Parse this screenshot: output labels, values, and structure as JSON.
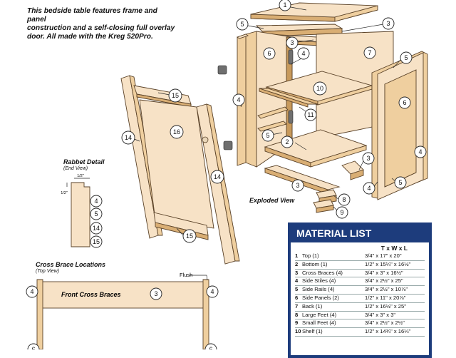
{
  "intro": {
    "line1": "This bedside table features frame and panel",
    "line2": "construction and a self-closing full overlay",
    "line3": "door. All made with the Kreg 520Pro."
  },
  "exploded_label": "Exploded View",
  "rabbet": {
    "title": "Rabbet Detail",
    "subtitle": "(End View)",
    "dim_top": "1/2\"",
    "dim_side": "1/2\""
  },
  "cross_brace": {
    "title": "Cross Brace Locations",
    "subtitle": "(Top View)",
    "flush": "Flush",
    "front": "Front Cross Braces"
  },
  "callouts": [
    "1",
    "2",
    "3",
    "4",
    "5",
    "6",
    "7",
    "8",
    "9",
    "10",
    "11",
    "14",
    "15",
    "16"
  ],
  "material_list": {
    "title": "MATERIAL LIST",
    "header": "T x W x L",
    "rows": [
      {
        "num": "1",
        "part": "Top (1)",
        "size": "3/4\" x 17\" x 20\""
      },
      {
        "num": "2",
        "part": "Bottom (1)",
        "size": "1/2\" x 15¼\" x 16½\""
      },
      {
        "num": "3",
        "part": "Cross Braces (4)",
        "size": "3/4\" x 3\" x 16½\""
      },
      {
        "num": "4",
        "part": "Side Stiles (4)",
        "size": "3/4\" x 2½\" x 25\""
      },
      {
        "num": "5",
        "part": "Side Rails (4)",
        "size": "3/4\" x 2½\" x 10⅞\""
      },
      {
        "num": "6",
        "part": "Side Panels (2)",
        "size": "1/2\" x 11\" x 20⅞\""
      },
      {
        "num": "7",
        "part": "Back (1)",
        "size": "1/2\" x 16½\" x 25\""
      },
      {
        "num": "8",
        "part": "Large Feet (4)",
        "size": "3/4\" x 3\" x 3\""
      },
      {
        "num": "9",
        "part": "Small Feet (4)",
        "size": "3/4\" x 2½\" x 2½\""
      },
      {
        "num": "10",
        "part": "Shelf (1)",
        "size": "1/2\" x 14¾\" x 16¼\""
      }
    ]
  },
  "colors": {
    "wood_light": "#f7e2c6",
    "wood_mid": "#efcf9f",
    "wood_dark": "#c89a5c",
    "outline": "#5a4228",
    "list_blue": "#1d3c7c"
  }
}
